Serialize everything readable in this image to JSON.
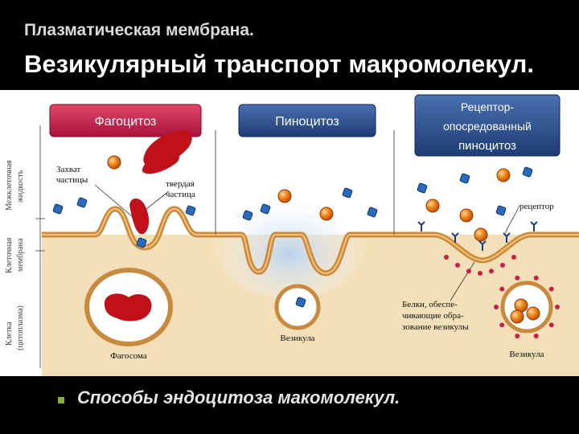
{
  "header": {
    "subtitle": "Плазматическая мембрана.",
    "title": "Везикулярный транспорт макромолекул."
  },
  "figure": {
    "side_labels": {
      "extracellular": [
        "Межклеточная",
        "жидкость"
      ],
      "membrane": [
        "Клеточная",
        "мембрана"
      ],
      "cytoplasm": [
        "Клетка",
        "(цитоплазма)"
      ]
    },
    "panels": {
      "phagocytosis": {
        "heading": "Фагоцитоз",
        "capture_label": [
          "Захват",
          "частицы"
        ],
        "solid_particle_label": [
          "твердая",
          "частица"
        ],
        "phagosome_label": "Фагосома"
      },
      "pinocytosis": {
        "heading": "Пиноцитоз",
        "vesicle_label": "Везикула"
      },
      "receptor_mediated": {
        "heading_lines": [
          "Рецептор-",
          "опосредованный",
          "пиноцитоз"
        ],
        "receptor_label": "рецептор",
        "proteins_label": [
          "Белки, обеспе-",
          "чивающие обра-",
          "зование везикулы"
        ],
        "vesicle_label": "Везикула"
      }
    },
    "colors": {
      "phagocytosis_header": "#c8204a",
      "pinocytosis_header": "#2a4f8e",
      "receptor_header": "#2a4f8e",
      "membrane": "#c98a3e",
      "cytoplasm": "#f3dfb8",
      "particle": "#c0101a",
      "molecule_blue": "#2a6ab8",
      "molecule_orange": "#e06a10"
    }
  },
  "footer": {
    "caption": "Способы эндоцитоза макомолекул."
  }
}
